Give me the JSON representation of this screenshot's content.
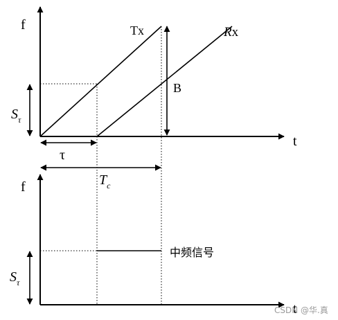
{
  "top_chart": {
    "y_axis_label": "f",
    "x_axis_label": "t",
    "tx_label": "Tx",
    "rx_label_italic": "R",
    "rx_label_rest": "x",
    "bandwidth_label": "B",
    "delay_label": "τ",
    "chirp_time_label_main": "T",
    "chirp_time_label_sub": "c",
    "slope_label_main": "S",
    "slope_label_sub": "τ"
  },
  "bottom_chart": {
    "y_axis_label": "f",
    "x_axis_label": "t",
    "if_signal_label": "中频信号",
    "slope_label_main": "S",
    "slope_label_sub": "τ"
  },
  "watermark": "CSDN @华.真"
}
